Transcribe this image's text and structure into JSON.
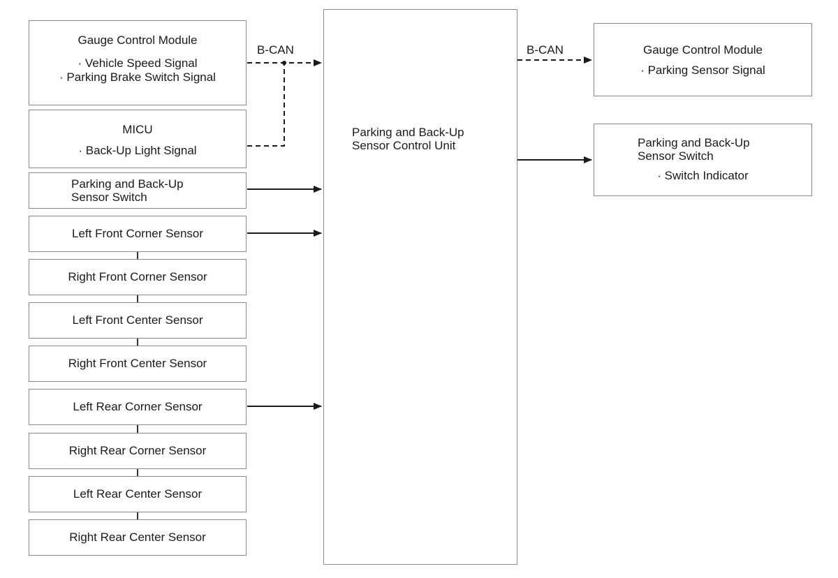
{
  "left": {
    "gauge": {
      "title": "Gauge Control Module",
      "lines": [
        "· Vehicle Speed Signal",
        "· Parking Brake Switch Signal"
      ]
    },
    "micu": {
      "title": "MICU",
      "lines": [
        "· Back-Up Light Signal"
      ]
    },
    "switch": {
      "line1": "Parking and Back-Up",
      "line2": "Sensor Switch"
    },
    "sensors": [
      "Left Front Corner Sensor",
      "Right Front Corner Sensor",
      "Left Front Center Sensor",
      "Right Front Center Sensor",
      "Left Rear Corner Sensor",
      "Right Rear Corner Sensor",
      "Left Rear Center Sensor",
      "Right Rear Center Sensor"
    ]
  },
  "center": {
    "line1": "Parking and Back-Up",
    "line2": "Sensor Control Unit"
  },
  "right": {
    "gauge": {
      "title": "Gauge Control Module",
      "lines": [
        "· Parking Sensor Signal"
      ]
    },
    "switch": {
      "line1": "Parking and Back-Up",
      "line2": "Sensor Switch",
      "lines": [
        "· Switch Indicator"
      ]
    }
  },
  "labels": {
    "bcan_left": "B-CAN",
    "bcan_right": "B-CAN"
  }
}
